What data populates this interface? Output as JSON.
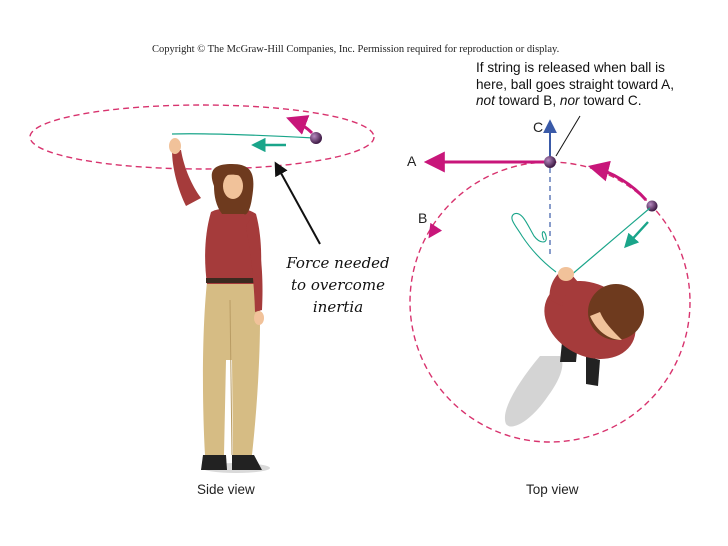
{
  "copyright": "Copyright © The McGraw-Hill Companies, Inc. Permission required for reproduction or display.",
  "callout": {
    "line1": "If string is released when ball is",
    "line2": "here, ball goes straight toward A,",
    "line3_em1": "not",
    "line3_mid": " toward B, ",
    "line3_em2": "nor",
    "line3_end": " toward C."
  },
  "force_label": {
    "line1": "Force needed",
    "line2": "to overcome",
    "line3": "inertia"
  },
  "side_view_label": "Side view",
  "top_view_label": "Top view",
  "point_labels": {
    "a": "A",
    "b": "B",
    "c": "C"
  },
  "colors": {
    "path": "#d8336e",
    "arrow_magenta": "#c8167a",
    "string": "#1aa58a",
    "arrow_blue": "#3a5aa8",
    "ball": "#5a2a62",
    "shirt": "#a53b3b",
    "pants": "#d6bc84",
    "hair": "#6e3a1e",
    "skin": "#f1c29a"
  }
}
